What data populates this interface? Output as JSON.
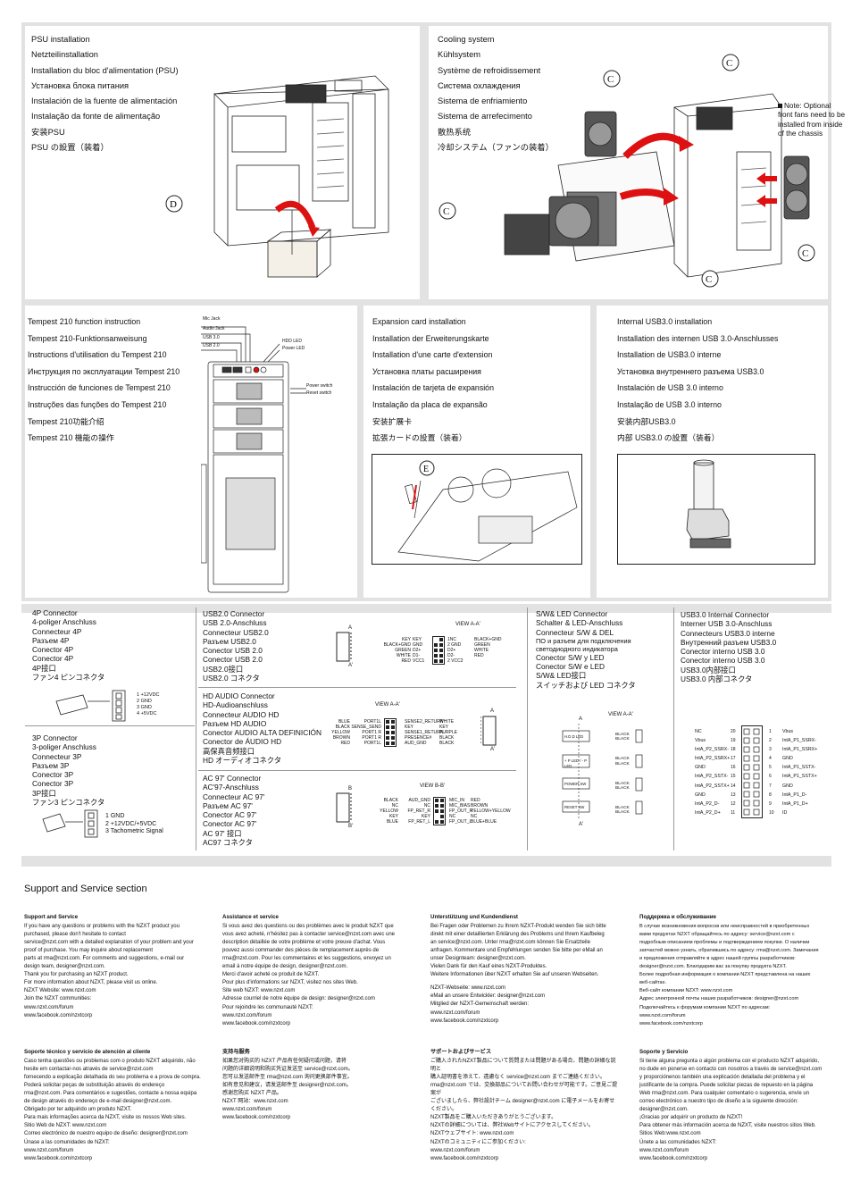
{
  "psu": {
    "lines": [
      "PSU installation",
      "Netzteilinstallation",
      "Installation du bloc d'alimentation (PSU)",
      "Установка блока питания",
      "Instalación de la fuente de alimentación",
      "Instalação da fonte de alimentação",
      "安装PSU",
      "PSU の設置（装着）"
    ],
    "marker": "D"
  },
  "cooling": {
    "lines": [
      "Cooling system",
      "Kühlsystem",
      "Système de refroidissement",
      "Система охлаждения",
      "Sistema de enfriamiento",
      "Sistema de arrefecimento",
      "散热系统",
      "冷却システム（ファンの装着）"
    ],
    "note": "Note: Optional front fans need to be installed from inside of the chassis",
    "marker": "C"
  },
  "tempest": {
    "lines": [
      "Tempest 210 function instruction",
      "Tempest 210-Funktionsanweisung",
      "Instructions d'utilisation du Tempest 210",
      "Инструкция по эксплуатации Tempest 210",
      "Instrucción de funciones de Tempest 210",
      "Instruções das funções do Tempest 210",
      "Tempest 210功能介绍",
      "Tempest 210 機能の操作"
    ],
    "labels": {
      "mic": "Mic Jack",
      "audio": "Audio Jack",
      "usb3": "USB 3.0",
      "usb2": "USB 2.0",
      "hdd": "HDD LED",
      "power_led": "Power LED",
      "power_sw": "Power switch",
      "reset_sw": "Reset switch"
    }
  },
  "expansion": {
    "lines": [
      "Expansion card installation",
      "Installation der Erweiterungskarte",
      "Installation d'une carte d'extension",
      "Установка платы расширения",
      "Instalación de tarjeta de expansión",
      "Instalação da placa de expansão",
      "安装扩展卡",
      "拡張カードの設置（装着）"
    ],
    "marker": "E"
  },
  "usb3int": {
    "lines": [
      "Internal USB3.0 installation",
      "Installation des internen USB 3.0-Anschlusses",
      "Installation de USB3.0 interne",
      "Установка внутреннего разъема USB3.0",
      "Instalación de USB 3.0 interno",
      "Instalação de USB 3.0 interno",
      "安装内部USB3.0",
      "内部 USB3.0 の設置（装着）"
    ]
  },
  "c4p": {
    "title": [
      "4P Connector",
      "4-poliger Anschluss",
      "Connecteur 4P",
      "Разъем 4P",
      "Conector 4P",
      "Conector 4P",
      "4P接口",
      "ファン4 ピンコネクタ"
    ],
    "pins": [
      "1  +12VDC",
      "2  GND",
      "3  GND",
      "4  +5VDC"
    ]
  },
  "c3p": {
    "title": [
      "3P Connector",
      "3-poliger Anschluss",
      "Connecteur 3P",
      "Разъем 3P",
      "Conector 3P",
      "Conector 3P",
      "3P接口",
      "ファン3 ピンコネクタ"
    ],
    "pins": [
      "1   GND",
      "2   +12VDC/+5VDC",
      "3   Tachometric Signal"
    ]
  },
  "usb2": {
    "title": [
      "USB2.0 Connector",
      "USB 2.0-Anschluss",
      "Connecteur USB2.0",
      "Разъем USB2.0",
      "Conector USB 2.0",
      "Conector USB 2.0",
      "USB2.0接口",
      "USB2.0 コネクタ"
    ],
    "view": "VIEW A-A'",
    "left_names": [
      "KEY",
      "BLACK+GND",
      "GREEN",
      "WHITE",
      "RED"
    ],
    "left_pins": [
      "KEY",
      "GND",
      "D2+",
      "D1-",
      "VCC1"
    ],
    "right_pins": [
      "1NC",
      "2 GND",
      "D2+",
      "D2-",
      "2 VCC2"
    ],
    "right_names": [
      "",
      "BLACK+GND",
      "GREEN",
      "WHITE",
      "RED"
    ],
    "a": "A",
    "a2": "A'"
  },
  "hdaudio": {
    "title": [
      "HD AUDIO Connector",
      "HD-Audioanschluss",
      "Connecteur AUDIO HD",
      "Разъем HD AUDIO",
      "Conector AUDIO ALTA DEFINICIÓN",
      "Conector de ÁUDIO HD",
      "高保真音频接口",
      "HD オーディオコネクタ"
    ],
    "view": "VIEW A-A'",
    "left_names": [
      "BLUE",
      "BLACK",
      "YELLOW",
      "BROWN",
      "RED"
    ],
    "left_pins": [
      "PORT1L",
      "SENSE_SEND",
      "PORT1 R",
      "PORT1 R",
      "PORT1L"
    ],
    "right_pins": [
      "SENSE2_RETURN",
      "KEY",
      "SENSE1_RETURN",
      "PRESENCE#",
      "AUD_GND"
    ],
    "right_names": [
      "WHITE",
      "KEY",
      "PURPLE",
      "BLACK",
      "BLACK"
    ]
  },
  "ac97": {
    "title": [
      "AC 97' Connector",
      "AC'97-Anschluss",
      "Connecteur AC 97'",
      "Разъем AC 97'",
      "Conector AC 97'",
      "Conector AC 97'",
      "AC 97' 接口",
      "AC97 コネクタ"
    ],
    "view": "VIEW B-B'",
    "left_names": [
      "BLACK",
      "NC",
      "YELLOW",
      "KEY",
      "BLUE"
    ],
    "left_pins": [
      "AUD_GND",
      "NC",
      "FP_RET_R",
      "KEY",
      "FP_RET_L"
    ],
    "right_pins": [
      "MIC_IN",
      "MIC_BIAS",
      "FP_OUT_R",
      "NC",
      "FP_OUT_L"
    ],
    "right_names": [
      "RED",
      "BROWN",
      "YELLOW+YELLOW",
      "NC",
      "BLUE+BLUE"
    ],
    "b": "B",
    "b2": "B'"
  },
  "swled": {
    "title": [
      "S/W& LED Connector",
      "Schalter & LED-Anschluss",
      "Connecteur S/W & DEL",
      "ПО и разъем для подключения светодиодного индикатора",
      "Conector S/W y LED",
      "Conector S/W e LED",
      "S/W& LED接口",
      "スイッチおよび LED コネクタ"
    ],
    "view": "VIEW A-A'",
    "blocks": [
      "H.D.D LED",
      "+ P LED / - P LED",
      "POWER SW",
      "RESET SW"
    ],
    "wires": [
      "BLACK",
      "BLACK"
    ]
  },
  "usb3conn": {
    "title": [
      "USB3.0 Internal Connector",
      "Interner USB 3.0-Anschluss",
      "Connecteurs USB3.0 interne",
      "Внутренний разъем USB3.0",
      "Conector interno USB 3.0",
      "Conector interno USB 3.0",
      "USB3.0内部接口",
      "USB3.0 内部コネクタ"
    ],
    "left": [
      "NC",
      "Vbus",
      "IntA_P2_SSRX-",
      "IntA_P2_SSRX+",
      "GND",
      "IntA_P2_SSTX-",
      "IntA_P2_SSTX+",
      "GND",
      "IntA_P2_D-",
      "IntA_P2_D+"
    ],
    "right": [
      "Vbus",
      "IntA_P1_SSRX-",
      "IntA_P1_SSRX+",
      "GND",
      "IntA_P1_SSTX-",
      "IntA_P1_SSTX+",
      "GND",
      "IntA_P1_D-",
      "IntA_P1_D+",
      "ID"
    ],
    "left_nums": [
      "20",
      "19",
      "18",
      "17",
      "16",
      "15",
      "14",
      "13",
      "12",
      "11"
    ],
    "right_nums": [
      "1",
      "2",
      "3",
      "4",
      "5",
      "6",
      "7",
      "8",
      "9",
      "10"
    ]
  },
  "support": {
    "title": "Support and Service section",
    "en": {
      "t": "Support and Service",
      "lines": [
        "If you have any questions or problems with the NZXT product you",
        "purchased, please don't hesitate to contact",
        "service@nzxt.com with a detailed explanation of your problem and your",
        "proof of purchase. You may inquire about replacement",
        "parts at rma@nzxt.com. For comments and suggestions, e-mail our",
        "design team, designer@nzxt.com.",
        "Thank you for purchasing an NZXT product.",
        "For more information about NZXT, please visit us online.",
        "NZXT Website: www.nzxt.com",
        "Join the NZXT communities:",
        "www.nzxt.com/forum",
        "www.facebook.com/nzxtcorp"
      ]
    },
    "fr": {
      "t": "Assistance et service",
      "lines": [
        "Si vous avez des questions ou des problèmes avec le produit NZXT que",
        "vous avez acheté, n'hésitez pas à contacter service@nzxt.com avec une",
        "description détaillée de votre problème et votre preuve d'achat. Vous",
        "pouvez aussi commander des pièces de remplacement auprès de",
        "rma@nzxt.com. Pour les commentaires et les suggestions, envoyez un",
        "email à notre équipe de design, designer@nzxt.com.",
        "Merci d'avoir acheté ce produit de NZXT.",
        "Pour plus d'informations sur NZXT, visitez nos sites Web.",
        "Site web NZXT: www.nzxt.com",
        "Adresse courriel de notre équipe de design: designer@nzxt.com",
        "Pour rejoindre les communauté NZXT:",
        "www.nzxt.com/forum",
        "www.facebook.com/nzxtcorp"
      ]
    },
    "de": {
      "t": "Unterstützung und Kundendienst",
      "lines": [
        "Bei Fragen oder Problemen zu Ihrem NZXT-Produkt wenden Sie sich bitte",
        "direkt mit einer detaillierten Erklärung des Problems und Ihrem Kaufbeleg",
        "an service@nzxt.com. Unter rma@nzxt.com können Sie Ersatzteile",
        "anfragen. Kommentare und Empfehlungen senden Sie bitte per eMail an",
        "unser Designteam: designer@nzxt.com.",
        "Vielen Dank für den Kauf eines NZXT-Produktes.",
        "Weitere Informationen über NZXT erhalten Sie auf unseren Webseiten.",
        "NZXT-Webseite: www.nzxt.com",
        "eMail an unsere Entwickler: designer@nzxt.com",
        "Mitglied der NZXT-Gemeinschaft werden:",
        "www.nzxt.com/forum",
        "www.facebook.com/nzxtcorp"
      ]
    },
    "ru": {
      "t": "Поддержка и обслуживание",
      "lines": [
        "В случае возникновения вопросов или неисправностей в приобретенных",
        "вами продуктах NZXT обращайтесь по адресу: service@nzxt.com с",
        "подробным описанием проблемы и подтверждением покупки. О наличии",
        "запчастей можно узнать, обратившись по адресу: rma@nzxt.com. Замечания",
        "и предложения отправляйте в адрес нашей группы разработчиков:",
        "designer@nzxt.com. Благодарим вас за покупку продукта NZXT.",
        "Более подробная информация о компании NZXT представлена на наших",
        "веб-сайтах.",
        "Веб-сайт компании NZXT: www.nzxt.com",
        "Адрес электронной почты наших разработчиков: designer@nzxt.com",
        "Подключайтесь к форумам компании NZXT по адресам:",
        "www.nzxt.com/forum",
        "www.facebook.com/nzxtcorp"
      ]
    },
    "pt": {
      "t": "Soporte técnico y servicio de atención al cliente",
      "lines": [
        "Caso tenha questões ou problemas com o produto NZXT adquirido, não",
        "hesite em contactar-nos através de service@nzxt.com",
        "fornecendo a explicação detalhada do seu problema e a prova de compra.",
        "Poderá solicitar peças de substituição através do endereço",
        "rma@nzxt.com. Para comentários e sugestões, contacte a nossa equipa",
        "de design através do endereço de e-mail designer@nzxt.com.",
        "Obrigado por ter adquirido um produto NZXT.",
        "Para mais informações acerca da NZXT, visite os nossos Web sites.",
        "Sitio Web de NZXT: www.nzxt.com",
        "Correo electrónico de nuestro equipo de diseño: designer@nzxt.com",
        "Únase a las comunidades de NZXT:",
        "www.nzxt.com/forum",
        "www.facebook.com/nzxtcorp"
      ]
    },
    "cn": {
      "t": "支持与服务",
      "lines": [
        "如果您对购买的 NZXT 产品有任何疑问或问题，请将",
        "问题的详细说明和购买凭证发送至 service@nzxt.com。",
        "您可以发送邮件至 rma@nzxt.com 询问更换部件事宜。",
        "如有意见和建议，请发送邮件至 designer@nzxt.com。",
        "感谢您购买 NZXT 产品。",
        "NZXT 网站：www.nzxt.com",
        "www.nzxt.com/forum",
        "www.facebook.com/nzxtcorp"
      ]
    },
    "jp": {
      "t": "サポートおよびサービス",
      "lines": [
        "ご購入されたNZXT製品について質問または問題がある場合、問題の詳細な説明と",
        "購入証明書を添えて、遠慮なく service@nzxt.com までご連絡ください。",
        "rma@nzxt.com では、交換部品についてお問い合わせが可能です。ご意見ご提案が",
        "ございましたら、弊社設計チーム designer@nzxt.com に電子メールをお寄せください。",
        "NZXT製品をご購入いただきありがとうございます。",
        "NZXTの詳細については、弊社Webサイトにアクセスしてください。",
        "NZXTウェブサイト: www.nzxt.com",
        "NZXTのコミュニティにご参加ください:",
        "www.nzxt.com/forum",
        "www.facebook.com/nzxtcorp"
      ]
    },
    "es": {
      "t": "Soporte y Servicio",
      "lines": [
        "Si tiene alguna pregunta o algún problema con el producto NZXT adquirido,",
        "no dude en ponerse en contacto con nosotros a través de service@nzxt.com",
        "y proporciónenos también una explicación detallada del problema y el",
        "justificante de la compra. Puede solicitar piezas de repuesto en la página",
        "Web rma@nzxt.com. Para cualquier comentario o sugerencia, envíe un",
        "correo electrónico a nuestro tipo de diseño a la siguiente dirección:",
        "designer@nzxt.com.",
        "¡Gracias por adquirir un producto de NZXT!",
        "Para obtener más información acerca de NZXT, visite nuestros sitios Web.",
        "Sitios Web:www.nzxt.com",
        "Únete a las comunidades NZXT:",
        "www.nzxt.com/forum",
        "www.facebook.com/nzxtcorp"
      ]
    }
  }
}
